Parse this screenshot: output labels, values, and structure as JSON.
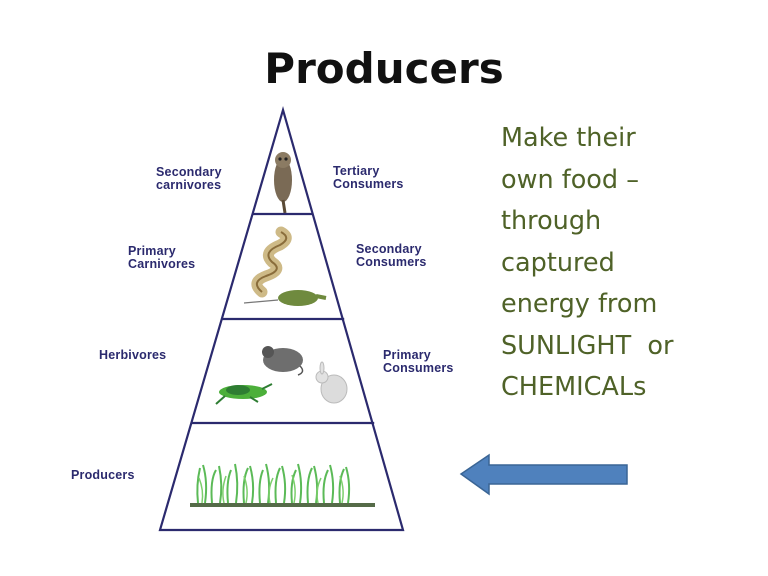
{
  "title": "Producers",
  "description": {
    "lines": [
      "Make their",
      "own food –",
      "through",
      "captured",
      "energy from",
      "SUNLIGHT  or",
      "CHEMICALs"
    ],
    "color": "#4f6228"
  },
  "pyramid": {
    "line_color": "#2b2a6e",
    "levels": [
      {
        "left_label": [
          "Secondary",
          "carnivores"
        ],
        "right_label": [
          "Tertiary",
          "Consumers"
        ],
        "organisms": [
          "owl"
        ]
      },
      {
        "left_label": [
          "Primary",
          "Carnivores"
        ],
        "right_label": [
          "Secondary",
          "Consumers"
        ],
        "organisms": [
          "snake",
          "shrew"
        ]
      },
      {
        "left_label": [
          "Herbivores"
        ],
        "right_label": [
          "Primary",
          "Consumers"
        ],
        "organisms": [
          "mouse",
          "grasshopper",
          "rabbit"
        ]
      },
      {
        "left_label": [
          "Producers"
        ],
        "right_label": [],
        "organisms": [
          "grass"
        ]
      }
    ]
  },
  "arrow": {
    "direction": "left",
    "color": "#4f81bd",
    "border": "#3a6595",
    "points_to": "Producers"
  }
}
